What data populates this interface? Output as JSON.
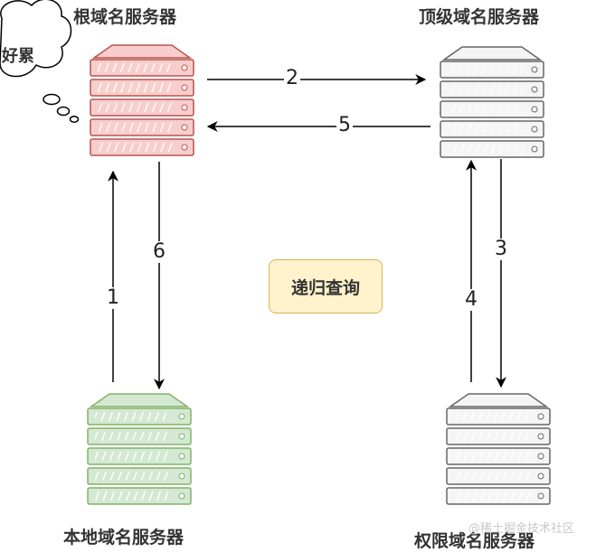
{
  "servers": {
    "root": {
      "label": "根域名服务器",
      "fill": "#f8cecc",
      "stroke": "#b85450"
    },
    "tld": {
      "label": "顶级域名服务器",
      "fill": "#f5f5f5",
      "stroke": "#666666"
    },
    "local": {
      "label": "本地域名服务器",
      "fill": "#d5e8d4",
      "stroke": "#82b366"
    },
    "auth": {
      "label": "权限域名服务器",
      "fill": "#f5f5f5",
      "stroke": "#666666"
    }
  },
  "edges": [
    {
      "label": "1"
    },
    {
      "label": "2"
    },
    {
      "label": "3"
    },
    {
      "label": "4"
    },
    {
      "label": "5"
    },
    {
      "label": "6"
    }
  ],
  "center_label": "递归查询",
  "thought_bubble": "好累",
  "watermark": "@稀土掘金技术社区"
}
